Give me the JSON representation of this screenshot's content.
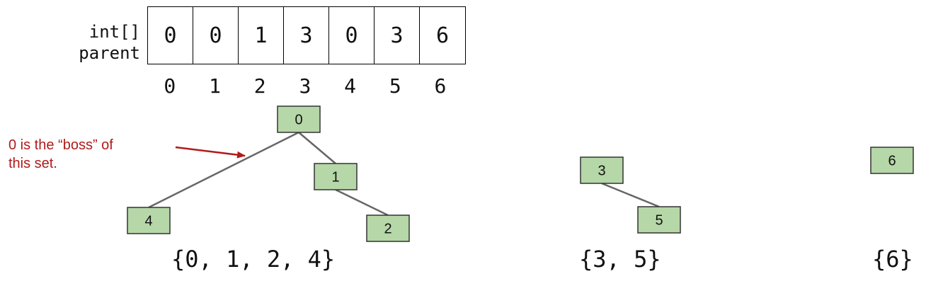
{
  "array": {
    "label_line1": "int[]",
    "label_line2": "parent",
    "values": [
      "0",
      "0",
      "1",
      "3",
      "0",
      "3",
      "6"
    ],
    "indices": [
      "0",
      "1",
      "2",
      "3",
      "4",
      "5",
      "6"
    ]
  },
  "annotation": {
    "line1": "0 is the “boss” of",
    "line2": "this set.",
    "color": "#b11a1a"
  },
  "trees": {
    "node_fill": "#b6d7a8",
    "edge_color": "#666666",
    "nodes": [
      {
        "id": "0",
        "label": "0"
      },
      {
        "id": "1",
        "label": "1"
      },
      {
        "id": "2",
        "label": "2"
      },
      {
        "id": "3",
        "label": "3"
      },
      {
        "id": "4",
        "label": "4"
      },
      {
        "id": "5",
        "label": "5"
      },
      {
        "id": "6",
        "label": "6"
      }
    ],
    "edges": [
      {
        "from": "0",
        "to": "4"
      },
      {
        "from": "0",
        "to": "1"
      },
      {
        "from": "1",
        "to": "2"
      },
      {
        "from": "3",
        "to": "5"
      }
    ]
  },
  "sets": [
    {
      "label": "{0, 1, 2, 4}"
    },
    {
      "label": "{3, 5}"
    },
    {
      "label": "{6}"
    }
  ]
}
